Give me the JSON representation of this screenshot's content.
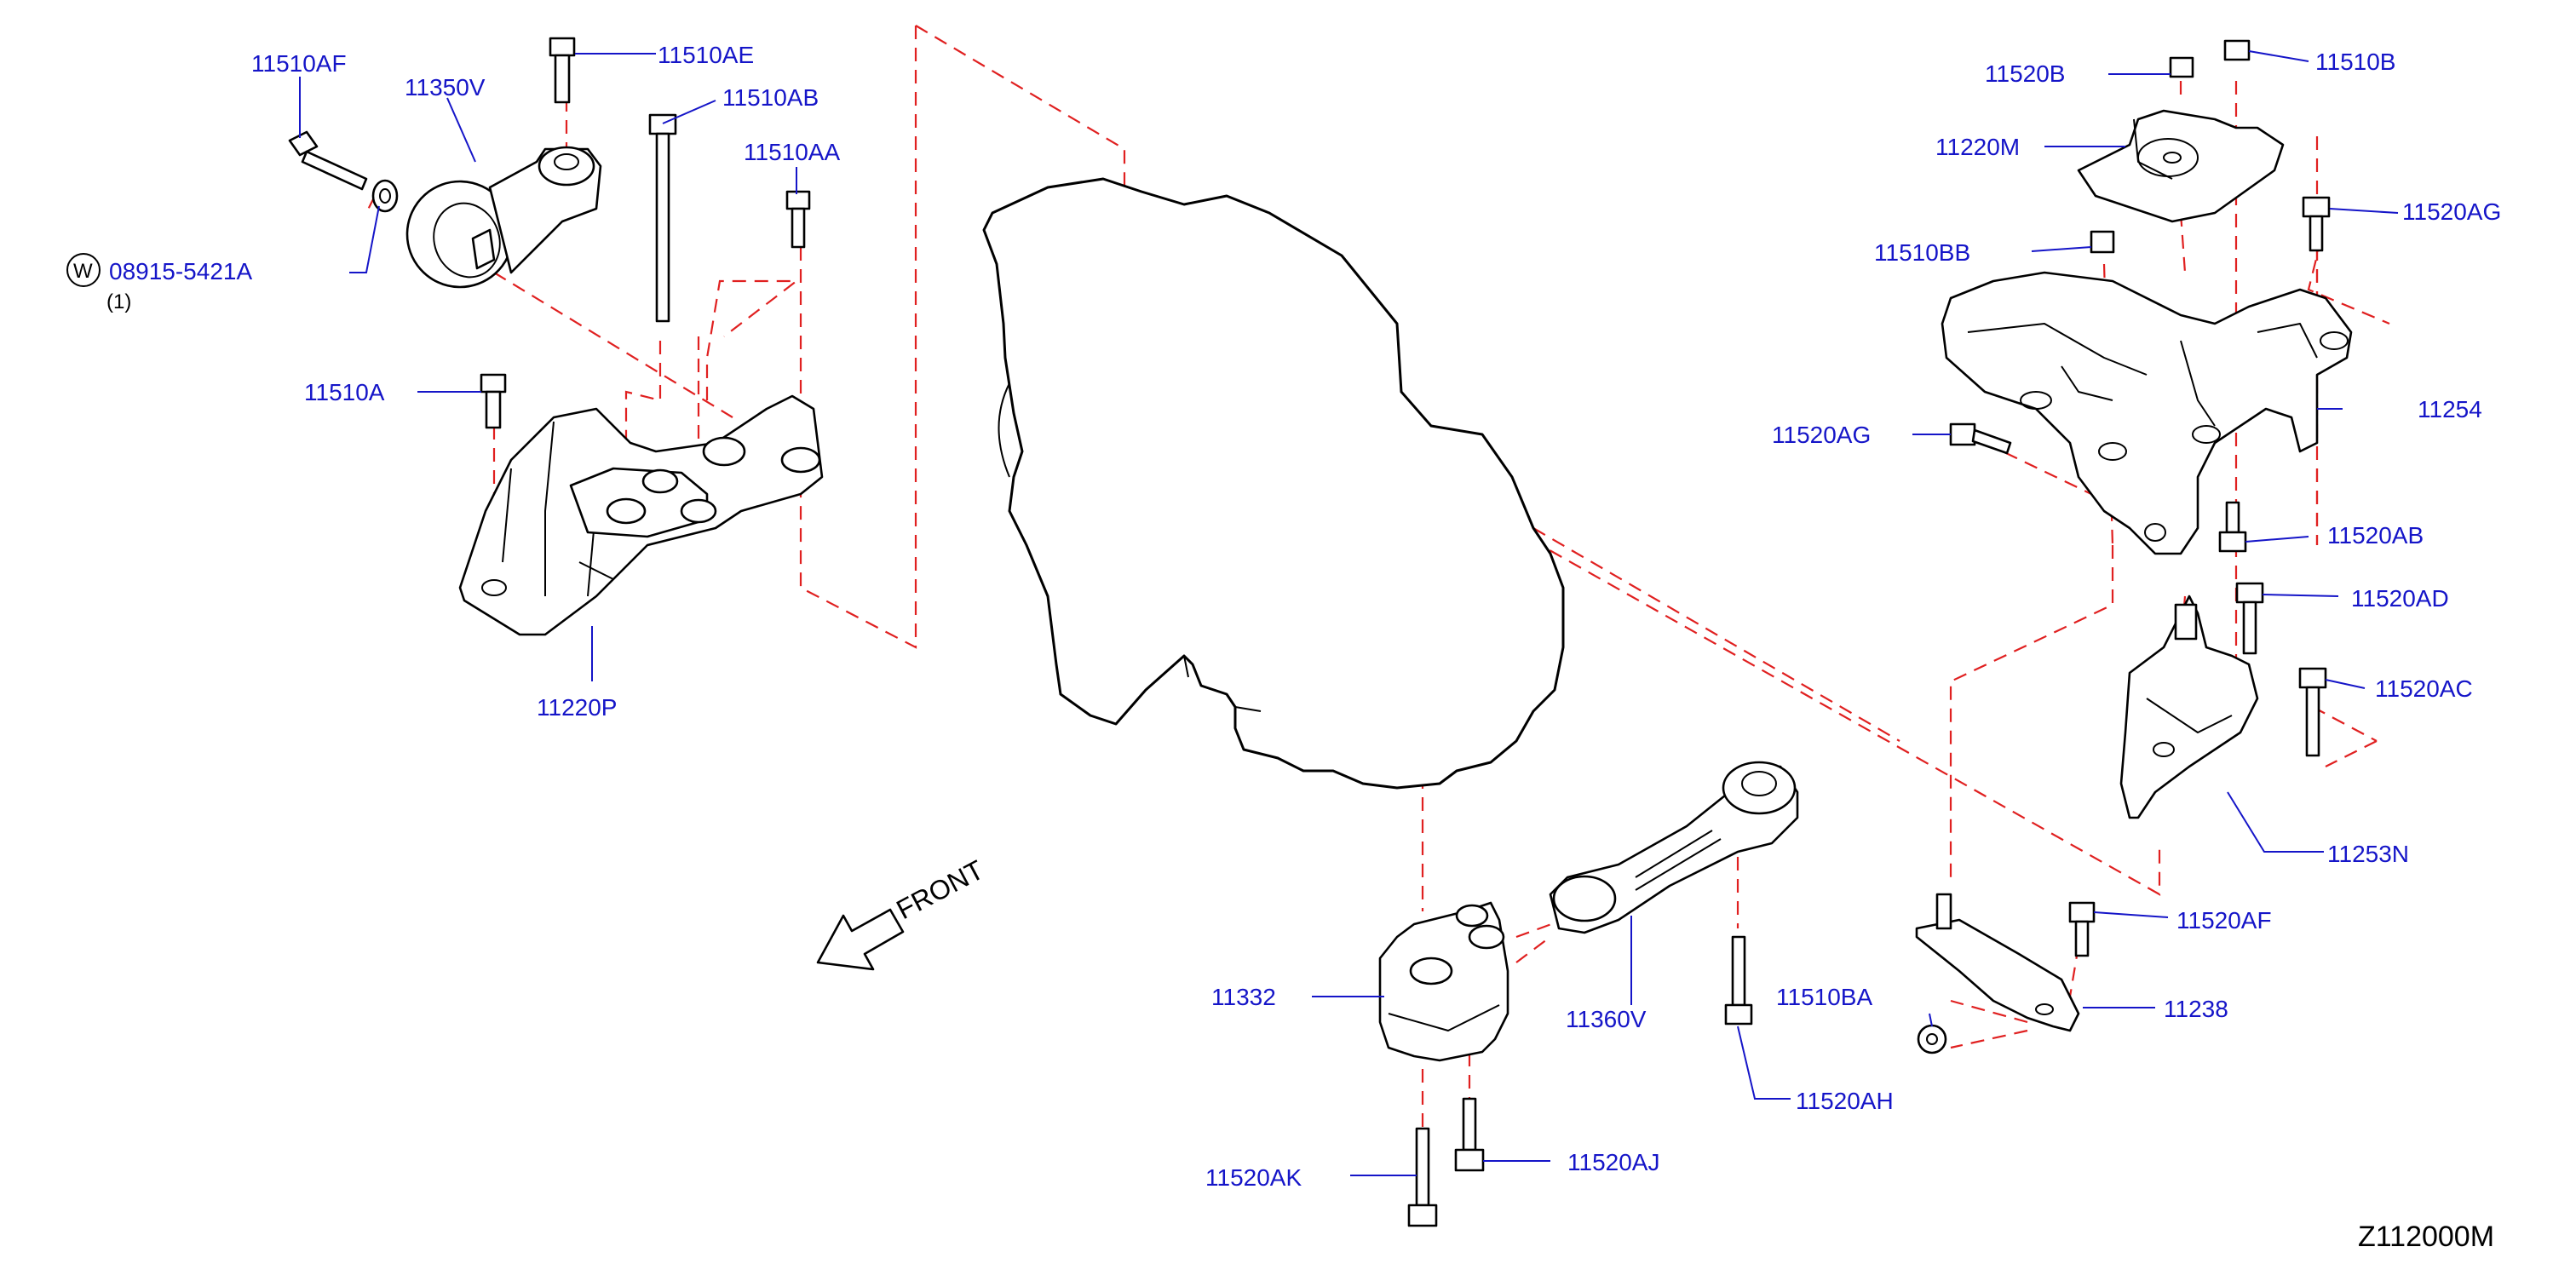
{
  "diagram": {
    "diagram_code": "Z112000M",
    "front_label": "FRONT",
    "washer_symbol": "W",
    "washer_qty": "(1)",
    "colors": {
      "label": "#1515c8",
      "dash_line": "#e02020",
      "outline": "#000000"
    },
    "labels": {
      "p11510AF": "11510AF",
      "p11350V": "11350V",
      "p11510AE": "11510AE",
      "p11510AB": "11510AB",
      "p11510AA": "11510AA",
      "p08915": "08915-5421A",
      "p11510A": "11510A",
      "p11220P": "11220P",
      "p11520B": "11520B",
      "p11510B": "11510B",
      "p11220M": "11220M",
      "p11520AG_top": "11520AG",
      "p11510BB": "11510BB",
      "p11254": "11254",
      "p11520AG_left": "11520AG",
      "p11520AB": "11520AB",
      "p11520AD": "11520AD",
      "p11520AC": "11520AC",
      "p11253N": "11253N",
      "p11520AF": "11520AF",
      "p11238": "11238",
      "p11510BA": "11510BA",
      "p11332": "11332",
      "p11360V": "11360V",
      "p11520AH": "11520AH",
      "p11520AK": "11520AK",
      "p11520AJ": "11520AJ"
    }
  }
}
